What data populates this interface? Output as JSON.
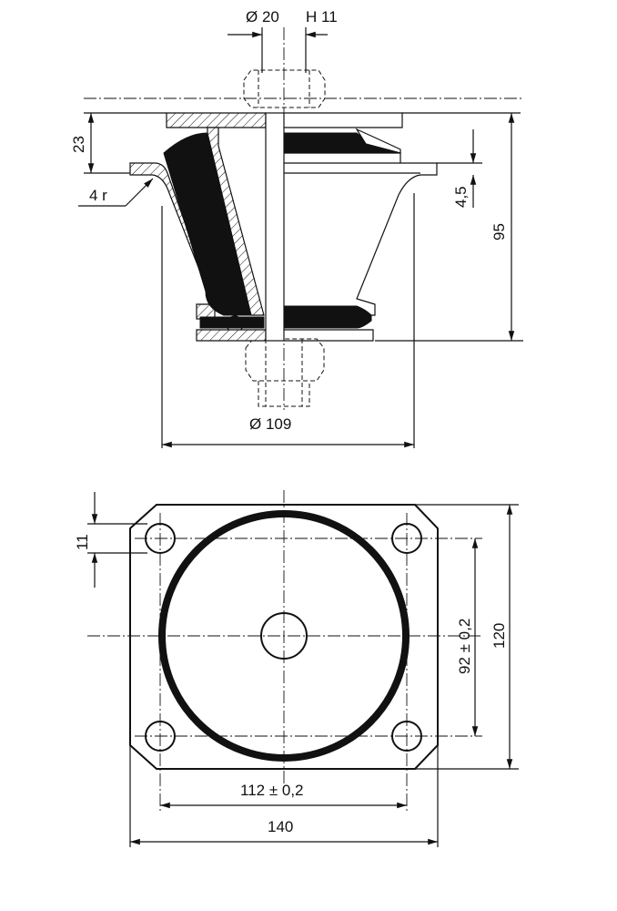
{
  "dimensions": {
    "bore_diameter": "Ø 20",
    "bore_tolerance": "H 11",
    "top_height": "23",
    "radius": "4 r",
    "thickness": "4,5",
    "overall_height": "95",
    "base_diameter": "Ø 109",
    "hole_diameter": "11",
    "hole_spacing_vertical": "92 ± 0,2",
    "plate_height": "120",
    "hole_spacing_horizontal": "112 ± 0,2",
    "plate_width": "140"
  }
}
